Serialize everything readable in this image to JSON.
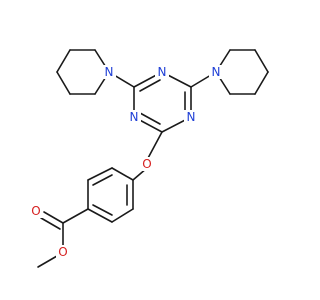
{
  "molecule": {
    "atoms": {
      "n_tr_top": {
        "label": "N",
        "color": "#1f3fd6"
      },
      "n_tr_left": {
        "label": "N",
        "color": "#1f3fd6"
      },
      "n_tr_right": {
        "label": "N",
        "color": "#1f3fd6"
      },
      "n_pip_left": {
        "label": "N",
        "color": "#1f3fd6"
      },
      "n_pip_right": {
        "label": "N",
        "color": "#1f3fd6"
      },
      "o_ether": {
        "label": "O",
        "color": "#d61f1f"
      },
      "o_carbonyl": {
        "label": "O",
        "color": "#d61f1f"
      },
      "o_ester": {
        "label": "O",
        "color": "#d61f1f"
      }
    }
  }
}
